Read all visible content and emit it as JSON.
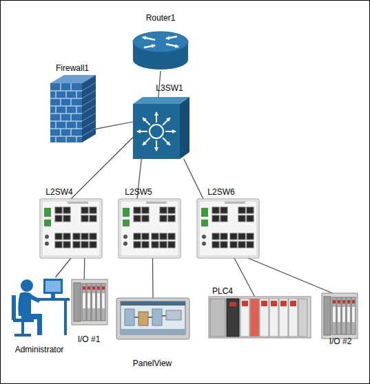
{
  "diagram": {
    "nodes": [
      {
        "text": [
          "Router1"
        ]
      },
      {
        "text": [
          "Firewall1"
        ]
      },
      {
        "text": [
          "L3SW1"
        ]
      },
      {
        "text": [
          "L2SW4"
        ]
      },
      {
        "text": [
          "L2SW5"
        ]
      },
      {
        "text": [
          "L2SW6"
        ]
      },
      {
        "text": [
          "Administrator"
        ]
      },
      {
        "text": [
          "I/O #1"
        ]
      },
      {
        "text": [
          "PanelView"
        ]
      },
      {
        "text": [
          "PLC4"
        ]
      },
      {
        "text": [
          "I/O #2"
        ]
      }
    ],
    "edges": [
      {
        "from": 0,
        "to": 2,
        "arrow": "none"
      },
      {
        "from": 1,
        "to": 2,
        "arrow": "none"
      },
      {
        "from": 2,
        "to": 3,
        "arrow": "none"
      },
      {
        "from": 2,
        "to": 4,
        "arrow": "none"
      },
      {
        "from": 2,
        "to": 5,
        "arrow": "none"
      },
      {
        "from": 3,
        "to": 6,
        "arrow": "none"
      },
      {
        "from": 3,
        "to": 7,
        "arrow": "none"
      },
      {
        "from": 4,
        "to": 8,
        "arrow": "none"
      },
      {
        "from": 5,
        "to": 9,
        "arrow": "none"
      },
      {
        "from": 5,
        "to": 10,
        "arrow": "none"
      }
    ]
  }
}
